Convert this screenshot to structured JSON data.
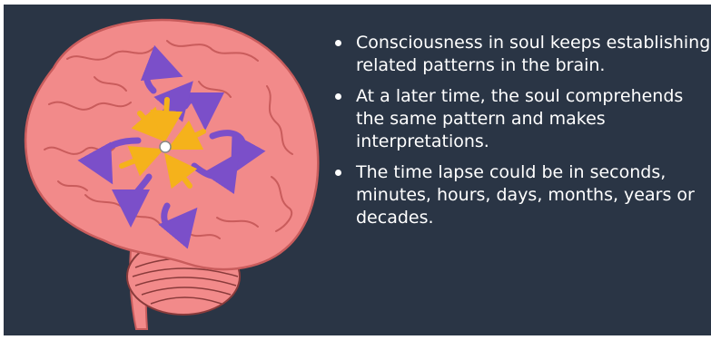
{
  "slide": {
    "background": "#2a3545",
    "text_color": "#ffffff"
  },
  "brain": {
    "fill": "#f28a8a",
    "stroke": "#c95c5c",
    "center_dot": "#ffffff",
    "outward_arrow_color": "#7b4fc9",
    "inward_arrow_color": "#f5b21b"
  },
  "bullets": [
    {
      "text": "Consciousness in soul keeps establishing related patterns in the brain."
    },
    {
      "text": "At a later time, the soul comprehends the same pattern and makes interpretations."
    },
    {
      "text": "The time lapse  could be in seconds, minutes, hours, days, months, years or decades."
    }
  ]
}
